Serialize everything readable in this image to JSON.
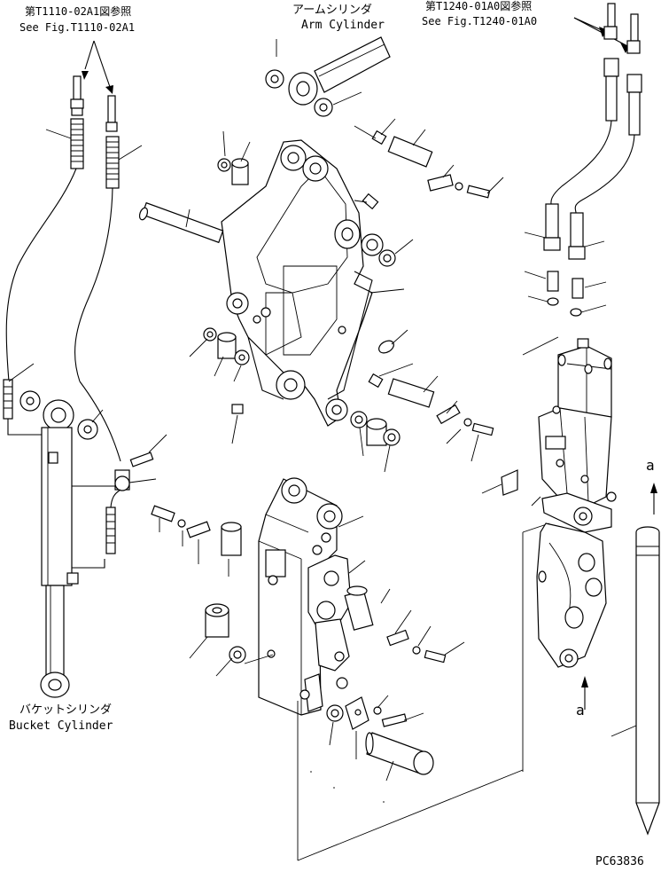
{
  "refs": {
    "left_ref_jp": "第T1110-02A1図参照",
    "left_ref_en": "See Fig.T1110-02A1",
    "right_ref_jp": "第T1240-01A0図参照",
    "right_ref_en": "See Fig.T1240-01A0"
  },
  "cylinders": {
    "arm_jp": "アームシリンダ",
    "arm_en": "Arm Cylinder",
    "bucket_jp": "バケットシリンダ",
    "bucket_en": "Bucket Cylinder"
  },
  "view_marks": {
    "top": "a",
    "bottom": "a"
  },
  "drawing_code": "PC63836",
  "colors": {
    "ink": "#000000",
    "paper": "#ffffff"
  }
}
